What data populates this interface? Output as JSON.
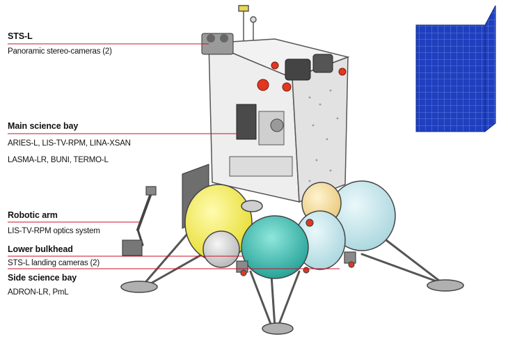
{
  "labels": {
    "sts_l": {
      "title": "STS-L",
      "lines": [
        "Panoramic stereo-cameras (2)"
      ]
    },
    "main_science_bay": {
      "title": "Main science bay",
      "lines": [
        "ARIES-L, LIS-TV-RPM, LINA-XSAN",
        "LASMA-LR, BUNI, TERMO-L"
      ]
    },
    "robotic_arm": {
      "title": "Robotic arm",
      "lines": [
        "LIS-TV-RPM optics system"
      ]
    },
    "lower_bulkhead": {
      "title": "Lower bulkhead",
      "lines": [
        "STS-L landing cameras (2)"
      ]
    },
    "side_science_bay": {
      "title": "Side science bay",
      "lines": [
        "ADRON-LR, PmL"
      ]
    }
  },
  "colors": {
    "leader_line": "#c8102e",
    "solar_panel": "#1f3fbf",
    "tank_yellow": "#f4ee5a",
    "tank_teal": "#3fbfb3",
    "tank_light_blue": "#bfe3e8",
    "tank_cream": "#f5dfa0",
    "tank_grey": "#d8d8d8",
    "accent_red": "#e2381f"
  }
}
